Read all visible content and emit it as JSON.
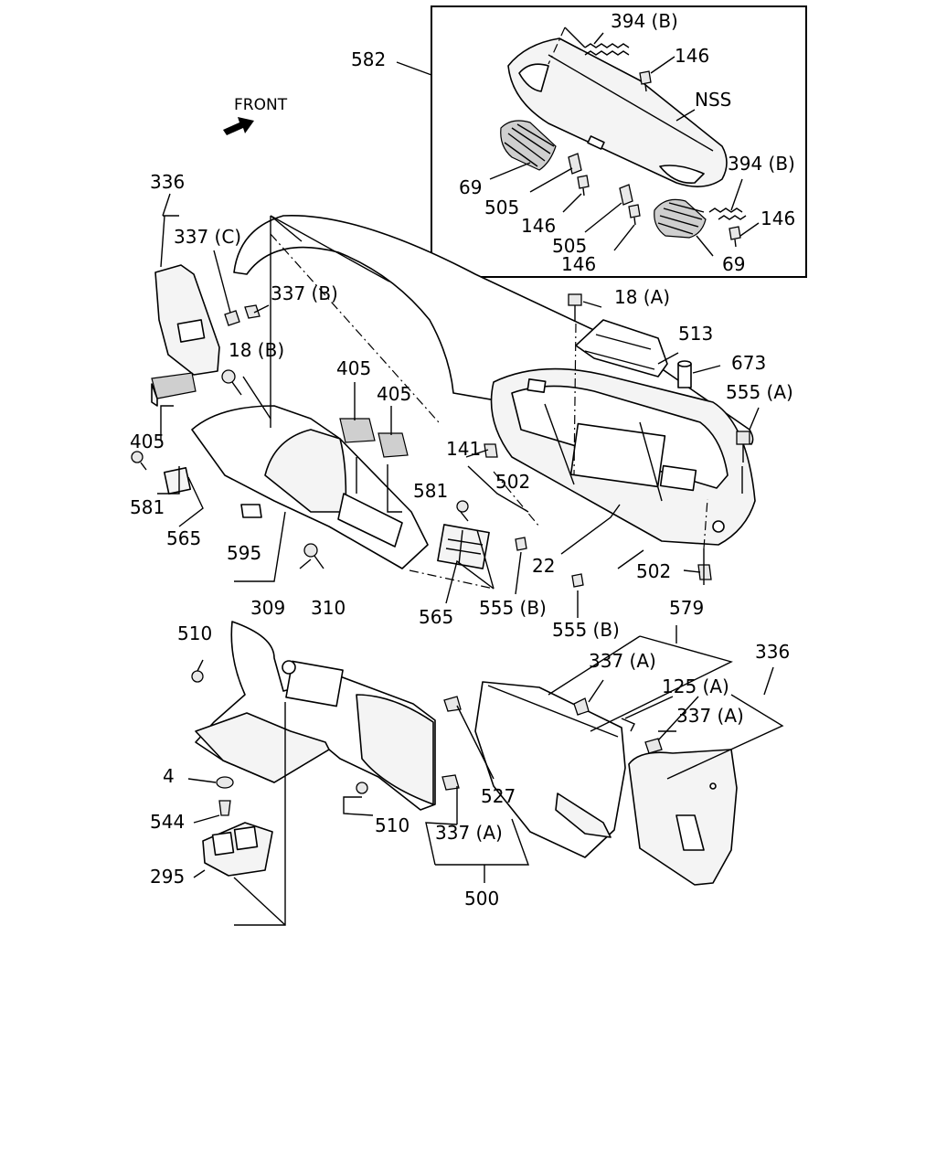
{
  "labels": {
    "l582": "582",
    "l394b_top": "394 (B)",
    "l146_a": "146",
    "lnss": "NSS",
    "l394b_right": "394 (B)",
    "l69_left": "69",
    "l505_a": "505",
    "l146_b": "146",
    "l505_b": "505",
    "l146_c": "146",
    "l146_d": "146",
    "l69_right": "69",
    "lfront": "FRONT",
    "l336_top": "336",
    "l337c": "337 (C)",
    "l337b": "337 (B)",
    "l18a": "18 (A)",
    "l513": "513",
    "l673": "673",
    "l18b": "18 (B)",
    "l405_a": "405",
    "l405_b": "405",
    "l555a": "555 (A)",
    "l405_c": "405",
    "l141": "141",
    "l502_a": "502",
    "l581_a": "581",
    "l581_b": "581",
    "l565_a": "565",
    "l595": "595",
    "l22": "22",
    "l502_b": "502",
    "l309": "309",
    "l310": "310",
    "l565_b": "565",
    "l555b_a": "555 (B)",
    "l555b_b": "555 (B)",
    "l579": "579",
    "l510_a": "510",
    "l336_bottom": "336",
    "l337a_a": "337 (A)",
    "l125a": "125 (A)",
    "l337a_b": "337 (A)",
    "l4": "4",
    "l527": "527",
    "l544": "544",
    "l510_b": "510",
    "l337a_c": "337 (A)",
    "l295": "295",
    "l500": "500"
  }
}
